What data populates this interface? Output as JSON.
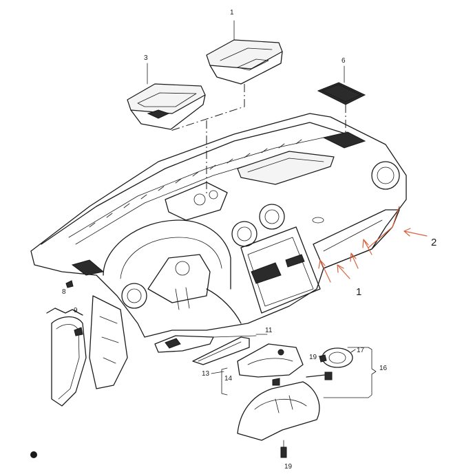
{
  "callouts": {
    "c1": "1",
    "c3": "3",
    "c6": "6",
    "c8": "8",
    "c9": "9",
    "c11": "11",
    "c13": "13",
    "c14": "14",
    "c16": "16",
    "c17": "17",
    "c19a": "19",
    "c19b": "19",
    "red1": "1",
    "red2": "2"
  },
  "colors": {
    "ink": "#1a1a1a",
    "annotation_arrow": "#d9603b"
  }
}
